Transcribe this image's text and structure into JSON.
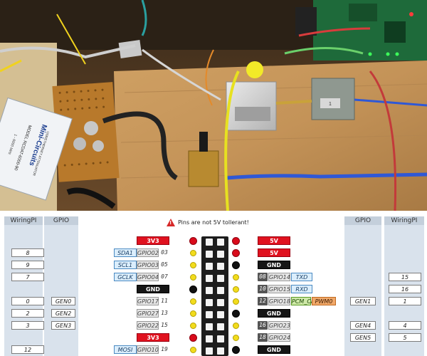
{
  "header": {
    "warning": "Pins are not 5V tollerant!",
    "left_wiringpi": "WiringPI",
    "left_gpio": "GPIO",
    "right_gpio": "GPIO",
    "right_wiringpi": "WiringPI"
  },
  "rows": [
    {
      "left": {
        "wp": "",
        "gen": "",
        "func": "",
        "gpio": "",
        "pin": "",
        "power": "3V3"
      },
      "right": {
        "power": "5V",
        "pin": "",
        "gpio": "",
        "func": "",
        "gen": "",
        "wp": ""
      }
    },
    {
      "left": {
        "wp": "8",
        "gen": "",
        "func": "SDA1",
        "gpio": "GPIO02",
        "pin": "03",
        "power": ""
      },
      "right": {
        "power": "5V",
        "pin": "",
        "gpio": "",
        "func": "",
        "gen": "",
        "wp": ""
      }
    },
    {
      "left": {
        "wp": "9",
        "gen": "",
        "func": "SCL1",
        "gpio": "GPIO03",
        "pin": "05",
        "power": ""
      },
      "right": {
        "power": "GND",
        "pin": "",
        "gpio": "",
        "func": "",
        "gen": "",
        "wp": ""
      }
    },
    {
      "left": {
        "wp": "7",
        "gen": "",
        "func": "GCLK",
        "gpio": "GPIO04",
        "pin": "07",
        "power": ""
      },
      "right": {
        "power": "",
        "pin": "08",
        "gpio": "GPIO14",
        "func": "TXD",
        "gen": "",
        "wp": "15"
      }
    },
    {
      "left": {
        "wp": "",
        "gen": "",
        "func": "",
        "gpio": "",
        "pin": "",
        "power": "GND"
      },
      "right": {
        "power": "",
        "pin": "10",
        "gpio": "GPIO15",
        "func": "RXD",
        "gen": "",
        "wp": "16"
      }
    },
    {
      "left": {
        "wp": "0",
        "gen": "GEN0",
        "func": "",
        "gpio": "GPIO17",
        "pin": "11",
        "power": ""
      },
      "right": {
        "power": "",
        "pin": "12",
        "gpio": "GPIO18",
        "func": "PCM_CLK",
        "func2": "PWM0",
        "gen": "GEN1",
        "wp": "1"
      }
    },
    {
      "left": {
        "wp": "2",
        "gen": "GEN2",
        "func": "",
        "gpio": "GPIO27",
        "pin": "13",
        "power": ""
      },
      "right": {
        "power": "GND",
        "pin": "",
        "gpio": "",
        "func": "",
        "gen": "",
        "wp": ""
      }
    },
    {
      "left": {
        "wp": "3",
        "gen": "GEN3",
        "func": "",
        "gpio": "GPIO22",
        "pin": "15",
        "power": ""
      },
      "right": {
        "power": "",
        "pin": "16",
        "gpio": "GPIO23",
        "func": "",
        "gen": "GEN4",
        "wp": "4"
      }
    },
    {
      "left": {
        "wp": "",
        "gen": "",
        "func": "",
        "gpio": "",
        "pin": "",
        "power": "3V3"
      },
      "right": {
        "power": "",
        "pin": "18",
        "gpio": "GPIO24",
        "func": "",
        "gen": "GEN5",
        "wp": "5"
      }
    },
    {
      "left": {
        "wp": "12",
        "gen": "",
        "func": "MOSI",
        "gpio": "GPIO10",
        "pin": "19",
        "power": ""
      },
      "right": {
        "power": "GND",
        "pin": "",
        "gpio": "",
        "func": "",
        "gen": "",
        "wp": ""
      }
    }
  ],
  "colors": {
    "power_red": "#e0121f",
    "gnd_black": "#161616",
    "func_blue": "#dbeefc",
    "pcm_green": "#cfe9a8",
    "pwm_orange": "#f0a869",
    "column_shade": "#d9e2ec"
  },
  "photo": {
    "attenuator_brand": "Mini-Circuits",
    "attenuator_model": "MODEL RCDAT-6000-90",
    "attenuator_desc": "USB/ETHERNET ATTENUATOR",
    "attenuator_range": "1 - 6000 MHz",
    "module_marking": "1"
  }
}
